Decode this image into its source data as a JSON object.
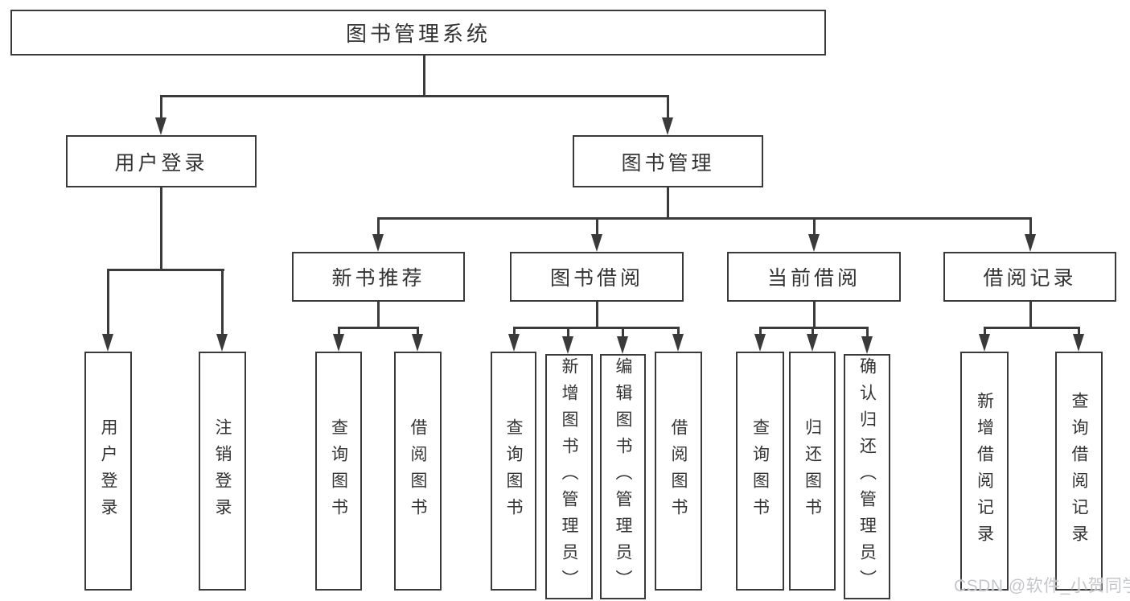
{
  "nodes": {
    "root": "图书管理系统",
    "user_login": "用户登录",
    "book_management": "图书管理",
    "new_book_recommend": "新书推荐",
    "book_borrowing": "图书借阅",
    "current_borrowing": "当前借阅",
    "borrowing_records": "借阅记录",
    "leaf_user_login": "用户登录",
    "leaf_logout": "注销登录",
    "rec_query_books": "查询图书",
    "rec_borrow_books": "借阅图书",
    "bb_query_books": "查询图书",
    "bb_add_books_admin": "新增图书（管理员）",
    "bb_edit_books_admin": "编辑图书（管理员）",
    "bb_borrow_books": "借阅图书",
    "cb_query_books": "查询图书",
    "cb_return_books": "归还图书",
    "cb_confirm_return_admin": "确认归还（管理员）",
    "br_add_record": "新增借阅记录",
    "br_query_record": "查询借阅记录"
  },
  "watermark": "CSDN @软件_小贺同学",
  "colors": {
    "line": "#3a3a3a",
    "text": "#333333",
    "watermark": "#c6c7cb",
    "background": "#ffffff"
  }
}
